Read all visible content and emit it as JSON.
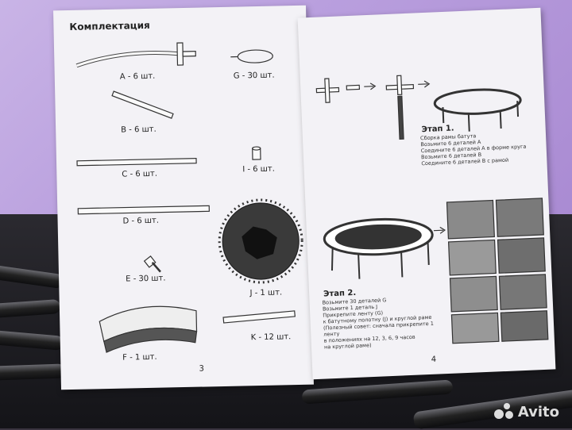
{
  "left_page": {
    "title": "Комплектация",
    "parts": [
      {
        "id": "A",
        "label": "A - 6 шт."
      },
      {
        "id": "G",
        "label": "G - 30 шт."
      },
      {
        "id": "B",
        "label": "B - 6 шт."
      },
      {
        "id": "C",
        "label": "C - 6 шт."
      },
      {
        "id": "I",
        "label": "I - 6 шт."
      },
      {
        "id": "D",
        "label": "D - 6 шт."
      },
      {
        "id": "E",
        "label": "E - 30 шт."
      },
      {
        "id": "J",
        "label": "J - 1 шт."
      },
      {
        "id": "F",
        "label": "F - 1 шт."
      },
      {
        "id": "K",
        "label": "K - 12 шт."
      }
    ],
    "page_number": "3"
  },
  "right_page": {
    "stage1": {
      "title": "Этап 1.",
      "lines": "Сборка рамы батута\nВозьмите 6 деталей A\nСоедините 6 деталей A в форме круга\nВозьмите 6 деталей B\nСоедините 6 деталей B с рамой"
    },
    "stage2": {
      "title": "Этап 2.",
      "lines": "Возьмите 30 деталей G\nВозьмите 1 деталь J\nПрикрепите ленту (G)\n к батутному полотну (J) и круглой раме\n(Полезный совет: сначала прикрепите 1 ленту\nв положениях на 12, 3, 6, 9 часов\nна круглой раме)"
    },
    "page_number": "4"
  },
  "watermark": {
    "text": "Avito"
  }
}
